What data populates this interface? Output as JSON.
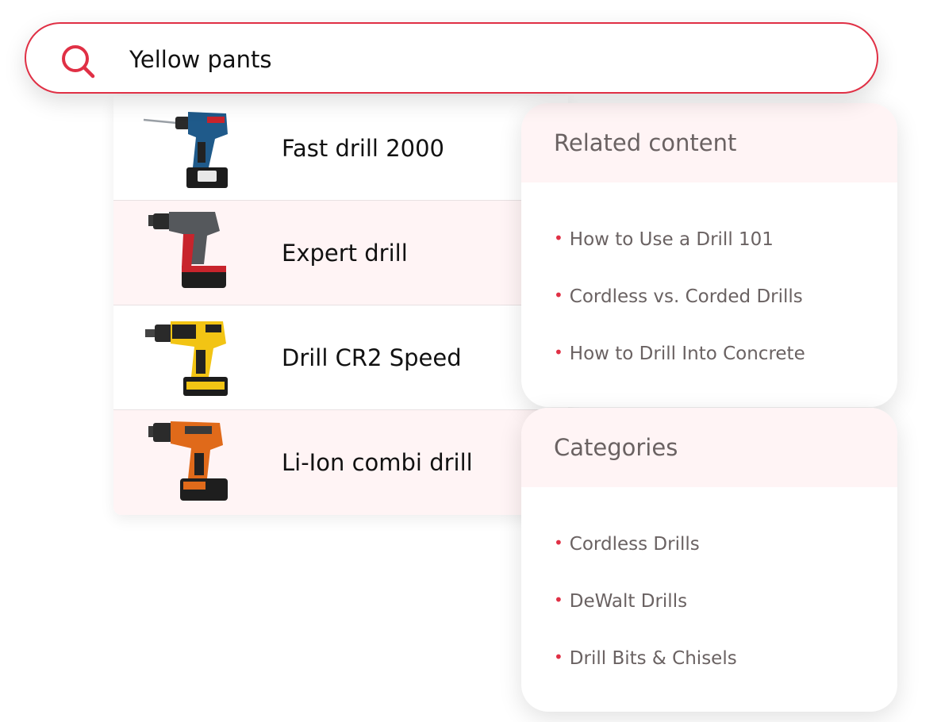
{
  "search": {
    "value": "Yellow pants",
    "icon": "search-icon",
    "accent_color": "#e03045"
  },
  "products": [
    {
      "name": "Fast drill 2000",
      "image": "blue-drill-image"
    },
    {
      "name": "Expert drill",
      "image": "grey-red-drill-image"
    },
    {
      "name": "Drill CR2 Speed",
      "image": "yellow-drill-image"
    },
    {
      "name": "Li-Ion combi drill",
      "image": "orange-drill-image"
    }
  ],
  "related": {
    "title": "Related content",
    "items": [
      "How to Use a Drill 101",
      "Cordless vs. Corded Drills",
      "How to Drill Into Concrete"
    ]
  },
  "categories": {
    "title": "Categories",
    "items": [
      "Cordless Drills",
      "DeWalt Drills",
      "Drill Bits & Chisels"
    ]
  },
  "colors": {
    "accent": "#e03045",
    "row_highlight": "#fff4f5",
    "muted_text": "#6a6262"
  }
}
